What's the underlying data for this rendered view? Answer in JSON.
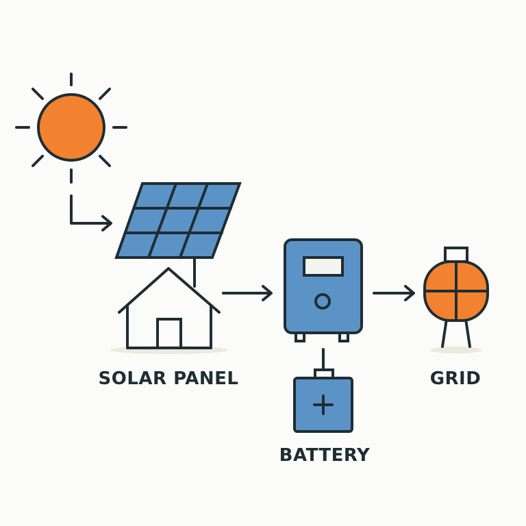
{
  "colors": {
    "background": "#fbfbf9",
    "outline": "#1f2d33",
    "sun_orange": "#f2822f",
    "panel_blue": "#5b93c7",
    "shadow": "#ece9df"
  },
  "labels": {
    "solar_panel": "SOLAR PANEL",
    "battery": "BATTERY",
    "grid": "GRID"
  },
  "icons": [
    "sun-icon",
    "solar-panel-icon",
    "house-icon",
    "inverter-icon",
    "battery-icon",
    "grid-icon"
  ]
}
